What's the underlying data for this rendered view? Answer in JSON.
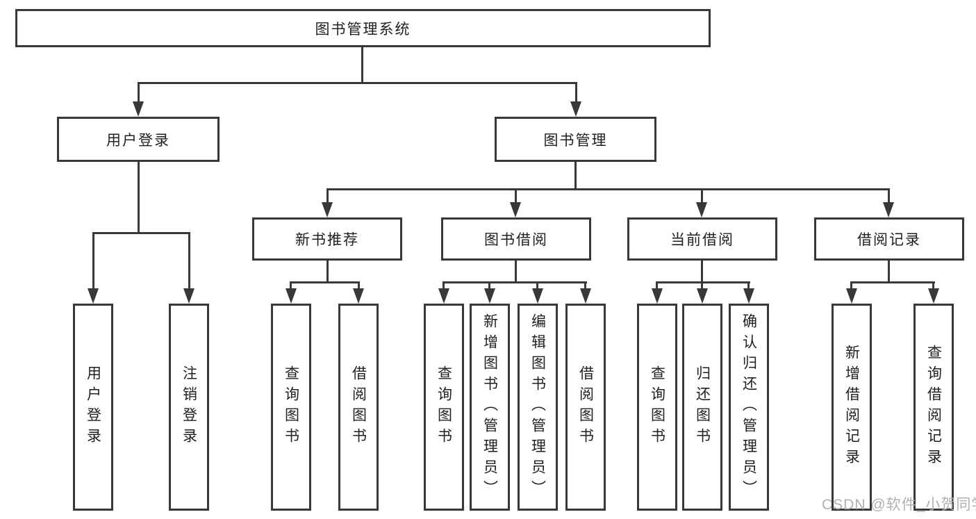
{
  "colors": {
    "line": "#383838",
    "text": "#1f1f1f",
    "background": "#ffffff",
    "watermark": "#b0b0b0"
  },
  "watermark": {
    "text": "CSDN @软件_小贺同学"
  },
  "tree": {
    "root": {
      "label": "图书管理系统"
    },
    "branches": [
      {
        "label": "用户登录",
        "children": [
          {
            "label": "用户登录"
          },
          {
            "label": "注销登录"
          }
        ]
      },
      {
        "label": "图书管理",
        "children": [
          {
            "label": "新书推荐",
            "children": [
              {
                "label": "查询图书"
              },
              {
                "label": "借阅图书"
              }
            ]
          },
          {
            "label": "图书借阅",
            "children": [
              {
                "label": "查询图书"
              },
              {
                "label": "新增图书（管理员）"
              },
              {
                "label": "编辑图书（管理员）"
              },
              {
                "label": "借阅图书"
              }
            ]
          },
          {
            "label": "当前借阅",
            "children": [
              {
                "label": "查询图书"
              },
              {
                "label": "归还图书"
              },
              {
                "label": "确认归还（管理员）"
              }
            ]
          },
          {
            "label": "借阅记录",
            "children": [
              {
                "label": "新增借阅记录"
              },
              {
                "label": "查询借阅记录"
              }
            ]
          }
        ]
      }
    ]
  }
}
